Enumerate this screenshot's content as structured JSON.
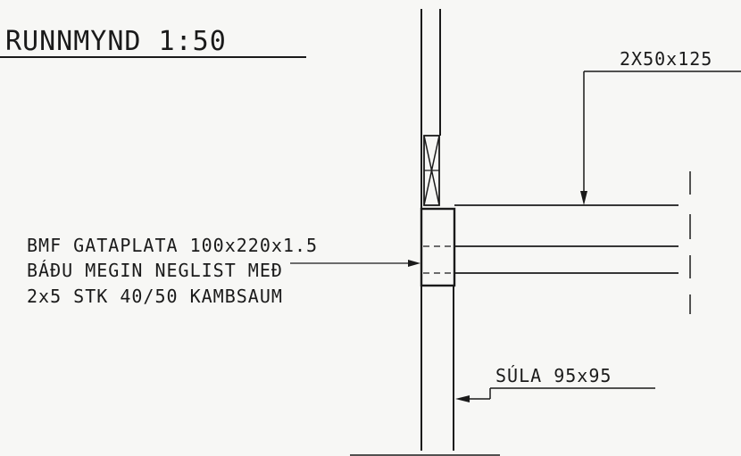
{
  "title": "RUNNMYND 1:50",
  "labels": {
    "beam": "2X50x125",
    "plate_line1": "BMF GATAPLATA 100x220x1.5",
    "plate_line2": "BÁÐU MEGIN NEGLIST MEÐ",
    "plate_line3": "2x5 STK 40/50 KAMBSAUM",
    "column": "SÚLA 95x95"
  },
  "colors": {
    "ink": "#1a1a1a",
    "paper": "#f7f7f5"
  }
}
